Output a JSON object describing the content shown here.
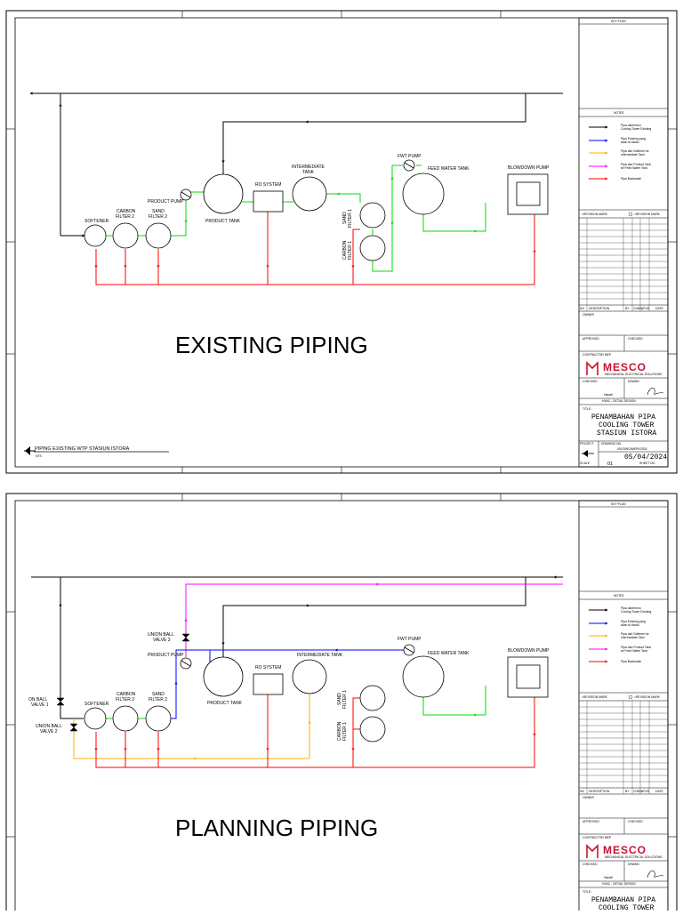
{
  "sheets": [
    {
      "heading": "EXISTING PIPING",
      "drawing_title": "PIPING EXISTING WTP STASIUN ISTORA",
      "scale": "NTS",
      "labels": {
        "softener": "SOFTENER",
        "carbon_filter_2": [
          "CARBON",
          "FILTER 2"
        ],
        "sand_filter_2": [
          "SAND",
          "FILTER 2"
        ],
        "product_pump": "PRODUCT PUMP",
        "product_tank": "PRODUCT TANK",
        "ro_system": "RO SYSTEM",
        "intermediate_tank": [
          "INTERMEDIATE",
          "TANK"
        ],
        "sand_filter_1": [
          "SAND",
          "FILTER 1"
        ],
        "carbon_filter_1": [
          "CARBON",
          "FILTER 1"
        ],
        "fwt_pump": "FWT PUMP",
        "feed_water_tank": "FEED WATER TANK",
        "blowdown_pump": "BLOWDOWN PUMP"
      }
    },
    {
      "heading": "PLANNING PIPING",
      "labels": {
        "union_ball_valve_3": [
          "UNION BALL",
          "VALVE 3"
        ],
        "union_ball_valve_1": [
          "ON BALL",
          "VALVE 1"
        ],
        "union_ball_valve_2": [
          "UNION BALL",
          "VALVE 2"
        ],
        "softener": "SOFTENER",
        "carbon_filter_2": [
          "CARBON",
          "FILTER 2"
        ],
        "sand_filter_2": [
          "SAND",
          "FILTER 2"
        ],
        "product_pump": "PRODUCT PUMP",
        "product_tank": "PRODUCT TANK",
        "ro_system": "RO SYSTEM",
        "intermediate_tank": "INTERMEDIATE TANK",
        "sand_filter_1": [
          "SAND",
          "FILTER 1"
        ],
        "carbon_filter_1": [
          "CARBON",
          "FILTER 1"
        ],
        "fwt_pump": "FWT PUMP",
        "feed_water_tank": "FEED WATER TANK",
        "blowdown_pump": "BLOWDOWN PUMP"
      }
    }
  ],
  "title_block": {
    "key_plan": "KEY PLAN",
    "notes": "NOTES",
    "legend": [
      {
        "color": "#000000",
        "text": [
          "Pipa dari/menu",
          "Cooling Tower Existing"
        ]
      },
      {
        "color": "#0000ff",
        "text": [
          "Pipa Existing yang",
          "akan di lokasi"
        ]
      },
      {
        "color": "#ffb000",
        "text": [
          "Pipa dari Softener ke",
          "Intermediate Tank"
        ]
      },
      {
        "color": "#ff00ff",
        "text": [
          "Pipa dari Product Tank",
          "ke Feed Water Tank"
        ]
      },
      {
        "color": "#ff0000",
        "text": [
          "Pipa Backwash"
        ]
      }
    ],
    "revision_mark": "=REVISION MARK",
    "rev_headers": [
      "NO",
      "DESCRIPTION",
      "BY",
      "CHKD",
      "APVD",
      "DATE"
    ],
    "owner": "OWNER",
    "approved": "APPROVED",
    "checked_top": "CHECKED",
    "contractor": "CONTRACTOR MEP",
    "company": "MESCO",
    "company_sub": "MECHANICAL ELECTRICAL SOLUTIONS",
    "checked": "CHECKED",
    "drawn": "DRAWN",
    "signer": "Hanafi",
    "discipline": "HVAC - DETAIL DESIGN",
    "title_label": "TITLE :",
    "title_lines": [
      "PENAMBAHAN PIPA",
      "COOLING TOWER",
      "STASIUN ISTORA"
    ],
    "project": "PROJECT",
    "drawing_no_label": "DRAWING NO.",
    "drawing_no": "001/DWG/MEP/I/2024",
    "date": "05/04/2024",
    "scale_label": "SCALE",
    "scale": "NTS",
    "sheet": "SHEET NO.",
    "sheet_value": "01"
  }
}
